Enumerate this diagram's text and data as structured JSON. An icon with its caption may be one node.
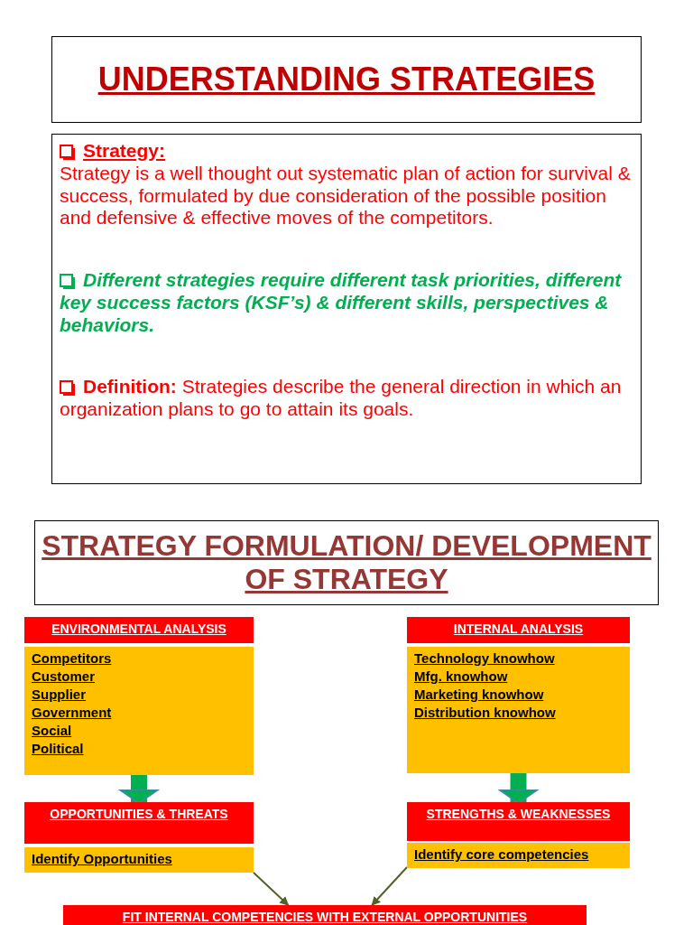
{
  "diagram": {
    "nodes": [
      {
        "text": [
          "UNDERSTANDING STRATEGIES"
        ]
      },
      {
        "text": [
          "Strategy:",
          "Strategy is a well thought out systematic plan of action for survival & success, formulated by due consideration of the possible position and defensive & effective moves of the competitors.",
          "Different strategies require different task priorities, different key success factors (KSF’s) & different skills, perspectives & behaviors.",
          "**Definition:** Strategies describe the general direction in which an organization plans to go to attain its goals."
        ]
      },
      {
        "text": [
          "STRATEGY FORMULATION/ DEVELOPMENT OF STRATEGY"
        ]
      },
      {
        "text": [
          "ENVIRONMENTAL ANALYSIS"
        ]
      },
      {
        "text": [
          "Competitors",
          "Customer",
          "Supplier",
          "Government",
          "Social",
          "Political"
        ]
      },
      {
        "text": [
          "INTERNAL ANALYSIS"
        ]
      },
      {
        "text": [
          "Technology knowhow",
          "Mfg. knowhow",
          "Marketing knowhow",
          "Distribution knowhow"
        ]
      },
      {
        "text": [
          "OPPORTUNITIES & THREATS"
        ]
      },
      {
        "text": [
          "Identify Opportunities"
        ]
      },
      {
        "text": [
          "STRENGTHS & WEAKNESSES"
        ]
      },
      {
        "text": [
          "Identify core competencies"
        ]
      },
      {
        "text": [
          "FIT INTERNAL COMPETENCIES WITH EXTERNAL OPPORTUNITIES"
        ]
      }
    ],
    "edges": [
      {
        "from": 4,
        "to": 7,
        "arrow": "to",
        "style": "thick",
        "color": "#00b050"
      },
      {
        "from": 6,
        "to": 9,
        "arrow": "to",
        "style": "thick",
        "color": "#00b050"
      },
      {
        "from": 8,
        "to": 11,
        "arrow": "to",
        "color": "#4f6228"
      },
      {
        "from": 10,
        "to": 11,
        "arrow": "to",
        "color": "#4f6228"
      }
    ]
  }
}
